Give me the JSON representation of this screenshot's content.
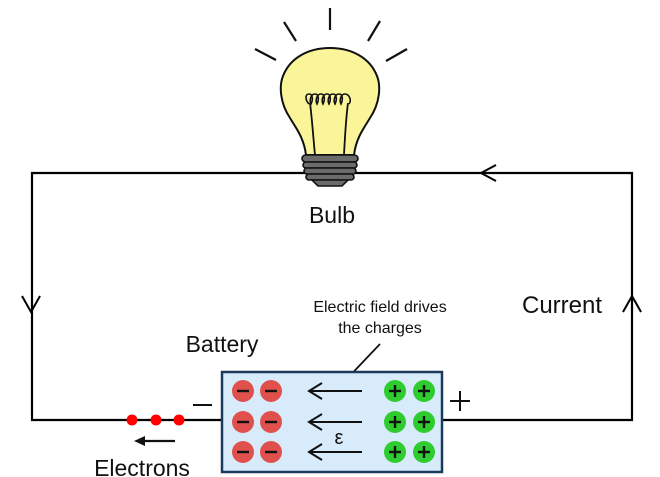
{
  "diagram": {
    "title": "Simple electric circuit with battery and bulb",
    "labels": {
      "bulb": "Bulb",
      "battery": "Battery",
      "current": "Current",
      "electrons": "Electrons",
      "field_note_line1": "Electric field drives",
      "field_note_line2": "the charges",
      "emf_symbol": "ε",
      "negative_terminal": "−",
      "positive_terminal": "+"
    },
    "battery": {
      "negative_charge_count": 6,
      "positive_charge_count": 6,
      "field_arrow_count": 3,
      "negative_symbol": "−",
      "positive_symbol": "+"
    },
    "electrons_shown": 3,
    "colors": {
      "wire": "#000000",
      "bulb_glass": "#fbf59a",
      "bulb_base": "#6b6b6b",
      "battery_fill": "#d8ebfa",
      "battery_border": "#1c3a5e",
      "negative_charge": "#e0514e",
      "positive_charge": "#2ecc2e",
      "electron": "#ff0000"
    }
  }
}
